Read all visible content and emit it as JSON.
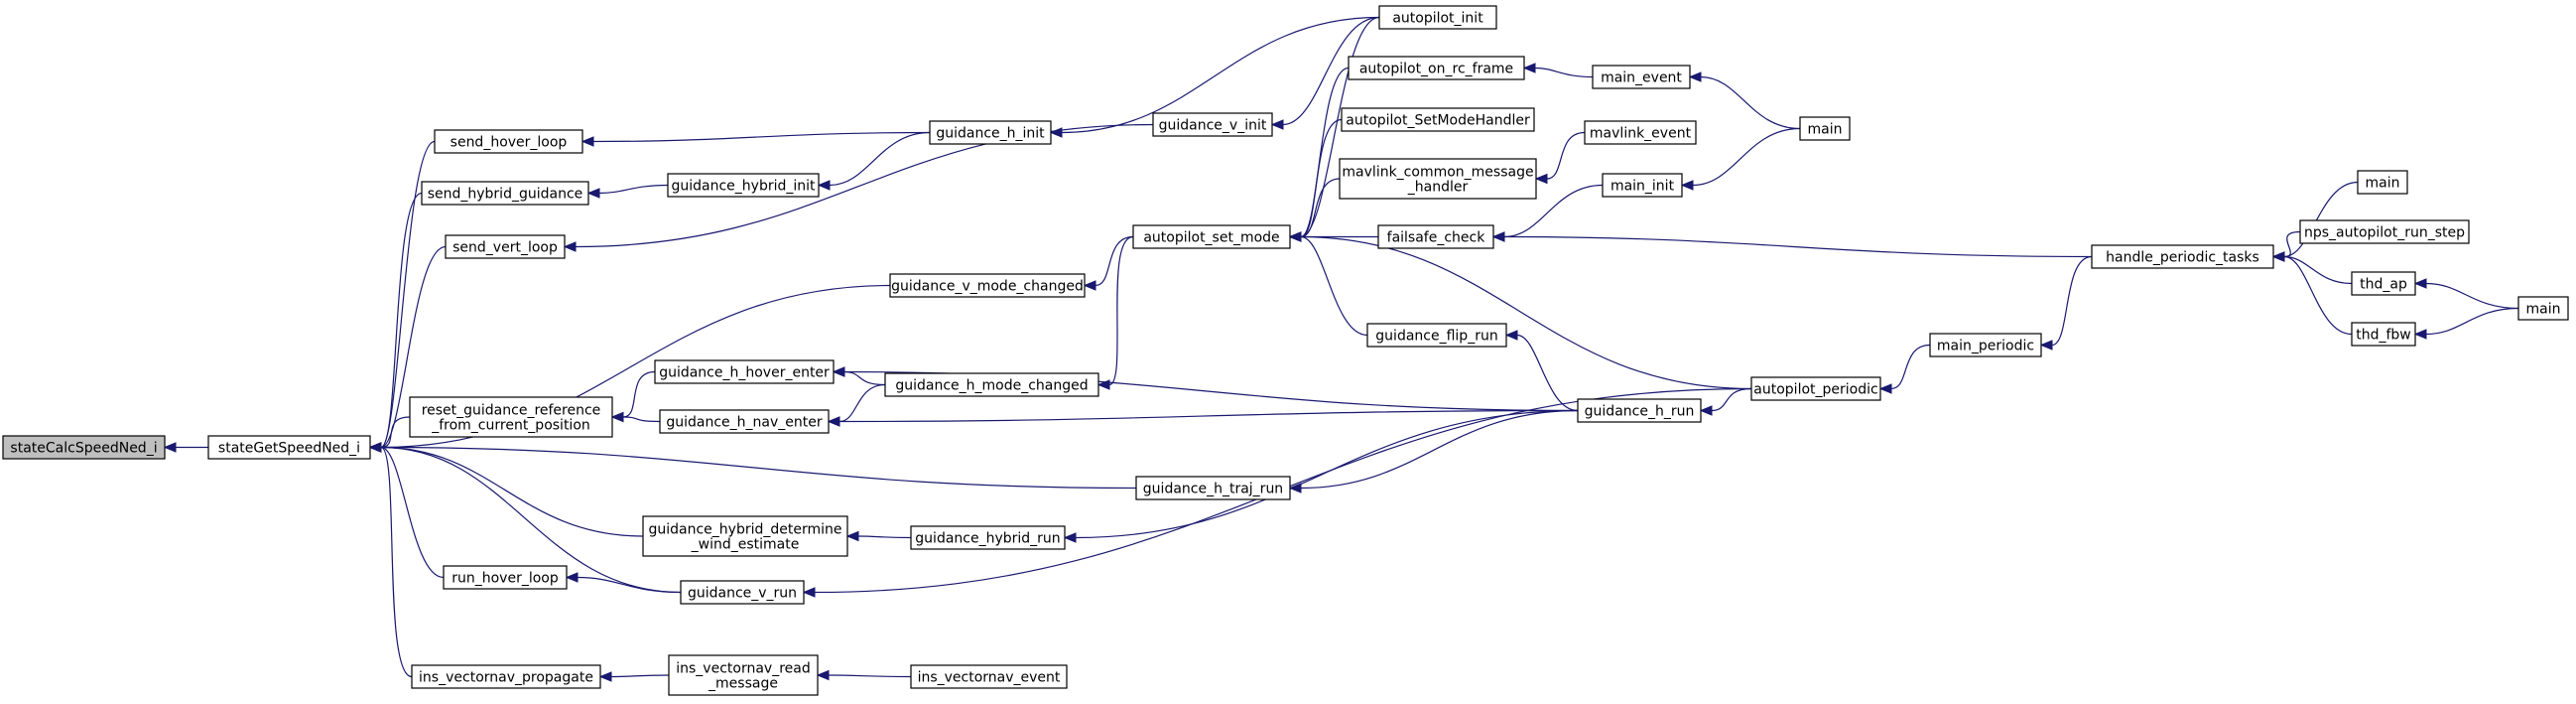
{
  "graph": {
    "nodes": [
      {
        "id": "stateCalcSpeedNed_i",
        "lines": [
          "stateCalcSpeedNed_i"
        ],
        "root": true
      },
      {
        "id": "stateGetSpeedNed_i",
        "lines": [
          "stateGetSpeedNed_i"
        ]
      },
      {
        "id": "send_hover_loop",
        "lines": [
          "send_hover_loop"
        ]
      },
      {
        "id": "send_hybrid_guidance",
        "lines": [
          "send_hybrid_guidance"
        ]
      },
      {
        "id": "send_vert_loop",
        "lines": [
          "send_vert_loop"
        ]
      },
      {
        "id": "reset_guidance_reference_from_current_position",
        "lines": [
          "reset_guidance_reference",
          "_from_current_position"
        ]
      },
      {
        "id": "run_hover_loop",
        "lines": [
          "run_hover_loop"
        ]
      },
      {
        "id": "ins_vectornav_propagate",
        "lines": [
          "ins_vectornav_propagate"
        ]
      },
      {
        "id": "guidance_hybrid_init",
        "lines": [
          "guidance_hybrid_init"
        ]
      },
      {
        "id": "guidance_h_hover_enter",
        "lines": [
          "guidance_h_hover_enter"
        ]
      },
      {
        "id": "guidance_h_nav_enter",
        "lines": [
          "guidance_h_nav_enter"
        ]
      },
      {
        "id": "guidance_hybrid_determine_wind_estimate",
        "lines": [
          "guidance_hybrid_determine",
          "_wind_estimate"
        ]
      },
      {
        "id": "guidance_v_run",
        "lines": [
          "guidance_v_run"
        ]
      },
      {
        "id": "ins_vectornav_read_message",
        "lines": [
          "ins_vectornav_read",
          "_message"
        ]
      },
      {
        "id": "guidance_h_init",
        "lines": [
          "guidance_h_init"
        ]
      },
      {
        "id": "guidance_v_mode_changed",
        "lines": [
          "guidance_v_mode_changed"
        ]
      },
      {
        "id": "guidance_h_mode_changed",
        "lines": [
          "guidance_h_mode_changed"
        ]
      },
      {
        "id": "guidance_hybrid_run",
        "lines": [
          "guidance_hybrid_run"
        ]
      },
      {
        "id": "ins_vectornav_event",
        "lines": [
          "ins_vectornav_event"
        ]
      },
      {
        "id": "guidance_v_init",
        "lines": [
          "guidance_v_init"
        ]
      },
      {
        "id": "autopilot_set_mode",
        "lines": [
          "autopilot_set_mode"
        ]
      },
      {
        "id": "guidance_h_traj_run",
        "lines": [
          "guidance_h_traj_run"
        ]
      },
      {
        "id": "autopilot_init",
        "lines": [
          "autopilot_init"
        ]
      },
      {
        "id": "autopilot_on_rc_frame",
        "lines": [
          "autopilot_on_rc_frame"
        ]
      },
      {
        "id": "autopilot_SetModeHandler",
        "lines": [
          "autopilot_SetModeHandler"
        ]
      },
      {
        "id": "mavlink_common_message_handler",
        "lines": [
          "mavlink_common_message",
          "_handler"
        ]
      },
      {
        "id": "failsafe_check",
        "lines": [
          "failsafe_check"
        ]
      },
      {
        "id": "guidance_flip_run",
        "lines": [
          "guidance_flip_run"
        ]
      },
      {
        "id": "guidance_h_run",
        "lines": [
          "guidance_h_run"
        ]
      },
      {
        "id": "main_event",
        "lines": [
          "main_event"
        ]
      },
      {
        "id": "mavlink_event",
        "lines": [
          "mavlink_event"
        ]
      },
      {
        "id": "main_init",
        "lines": [
          "main_init"
        ]
      },
      {
        "id": "autopilot_periodic",
        "lines": [
          "autopilot_periodic"
        ]
      },
      {
        "id": "main_1",
        "lines": [
          "main"
        ]
      },
      {
        "id": "main_periodic",
        "lines": [
          "main_periodic"
        ]
      },
      {
        "id": "handle_periodic_tasks",
        "lines": [
          "handle_periodic_tasks"
        ]
      },
      {
        "id": "main_2",
        "lines": [
          "main"
        ]
      },
      {
        "id": "nps_autopilot_run_step",
        "lines": [
          "nps_autopilot_run_step"
        ]
      },
      {
        "id": "thd_ap",
        "lines": [
          "thd_ap"
        ]
      },
      {
        "id": "thd_fbw",
        "lines": [
          "thd_fbw"
        ]
      },
      {
        "id": "main_3",
        "lines": [
          "main"
        ]
      }
    ],
    "edges": [
      [
        "stateGetSpeedNed_i",
        "stateCalcSpeedNed_i"
      ],
      [
        "send_hover_loop",
        "stateGetSpeedNed_i"
      ],
      [
        "send_hybrid_guidance",
        "stateGetSpeedNed_i"
      ],
      [
        "send_vert_loop",
        "stateGetSpeedNed_i"
      ],
      [
        "guidance_v_mode_changed",
        "stateGetSpeedNed_i"
      ],
      [
        "reset_guidance_reference_from_current_position",
        "stateGetSpeedNed_i"
      ],
      [
        "guidance_h_traj_run",
        "stateGetSpeedNed_i"
      ],
      [
        "guidance_hybrid_determine_wind_estimate",
        "stateGetSpeedNed_i"
      ],
      [
        "run_hover_loop",
        "stateGetSpeedNed_i"
      ],
      [
        "guidance_v_run",
        "stateGetSpeedNed_i"
      ],
      [
        "ins_vectornav_propagate",
        "stateGetSpeedNed_i"
      ],
      [
        "guidance_h_init",
        "send_hover_loop"
      ],
      [
        "guidance_hybrid_init",
        "send_hybrid_guidance"
      ],
      [
        "guidance_v_init",
        "send_vert_loop"
      ],
      [
        "guidance_h_hover_enter",
        "reset_guidance_reference_from_current_position"
      ],
      [
        "guidance_h_nav_enter",
        "reset_guidance_reference_from_current_position"
      ],
      [
        "guidance_v_run",
        "run_hover_loop"
      ],
      [
        "ins_vectornav_read_message",
        "ins_vectornav_propagate"
      ],
      [
        "guidance_h_init",
        "guidance_hybrid_init"
      ],
      [
        "guidance_h_mode_changed",
        "guidance_h_hover_enter"
      ],
      [
        "guidance_h_run",
        "guidance_h_hover_enter"
      ],
      [
        "guidance_h_mode_changed",
        "guidance_h_nav_enter"
      ],
      [
        "guidance_h_run",
        "guidance_h_nav_enter"
      ],
      [
        "guidance_hybrid_run",
        "guidance_hybrid_determine_wind_estimate"
      ],
      [
        "autopilot_periodic",
        "guidance_v_run"
      ],
      [
        "ins_vectornav_event",
        "ins_vectornav_read_message"
      ],
      [
        "autopilot_init",
        "guidance_h_init"
      ],
      [
        "autopilot_set_mode",
        "guidance_v_mode_changed"
      ],
      [
        "autopilot_set_mode",
        "guidance_h_mode_changed"
      ],
      [
        "guidance_h_run",
        "guidance_hybrid_run"
      ],
      [
        "autopilot_init",
        "guidance_v_init"
      ],
      [
        "guidance_h_run",
        "guidance_h_traj_run"
      ],
      [
        "autopilot_init",
        "autopilot_set_mode"
      ],
      [
        "autopilot_on_rc_frame",
        "autopilot_set_mode"
      ],
      [
        "autopilot_SetModeHandler",
        "autopilot_set_mode"
      ],
      [
        "mavlink_common_message_handler",
        "autopilot_set_mode"
      ],
      [
        "failsafe_check",
        "autopilot_set_mode"
      ],
      [
        "guidance_flip_run",
        "autopilot_set_mode"
      ],
      [
        "autopilot_periodic",
        "autopilot_set_mode"
      ],
      [
        "main_event",
        "autopilot_on_rc_frame"
      ],
      [
        "mavlink_event",
        "mavlink_common_message_handler"
      ],
      [
        "main_init",
        "failsafe_check"
      ],
      [
        "handle_periodic_tasks",
        "failsafe_check"
      ],
      [
        "guidance_h_run",
        "guidance_flip_run"
      ],
      [
        "autopilot_periodic",
        "guidance_h_run"
      ],
      [
        "main_1",
        "main_event"
      ],
      [
        "main_1",
        "main_init"
      ],
      [
        "main_periodic",
        "autopilot_periodic"
      ],
      [
        "handle_periodic_tasks",
        "main_periodic"
      ],
      [
        "main_2",
        "handle_periodic_tasks"
      ],
      [
        "nps_autopilot_run_step",
        "handle_periodic_tasks"
      ],
      [
        "thd_ap",
        "handle_periodic_tasks"
      ],
      [
        "thd_fbw",
        "handle_periodic_tasks"
      ],
      [
        "main_3",
        "thd_ap"
      ],
      [
        "main_3",
        "thd_fbw"
      ]
    ]
  }
}
